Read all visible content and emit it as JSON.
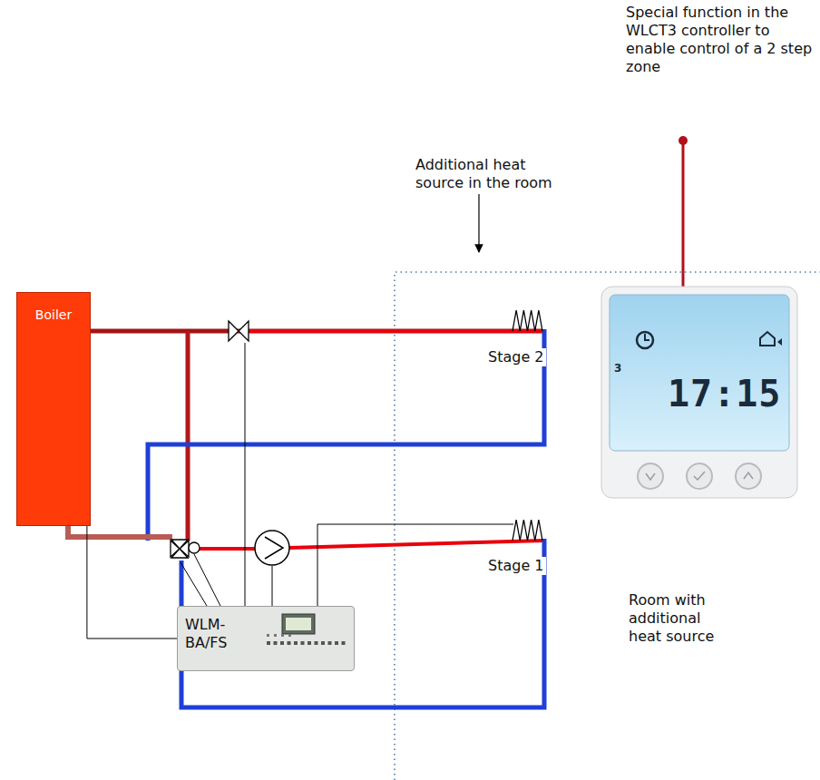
{
  "diagram": {
    "nodes": [
      {
        "text": [
          "Boiler"
        ]
      },
      {
        "text": [
          "Room with additional heat source"
        ]
      },
      {
        "text": [
          "3",
          "17:15"
        ],
        "in": 1
      },
      {
        "text": [
          "WLM-BA/FS"
        ]
      }
    ],
    "edges": [
      {
        "from": 0,
        "to": 3,
        "arrow": "none"
      }
    ],
    "labels": [
      "Special function in the WLCT3 controller to enable control of a 2 step zone",
      "Additional heat source in the room",
      "Stage 2",
      "Stage 1"
    ]
  }
}
